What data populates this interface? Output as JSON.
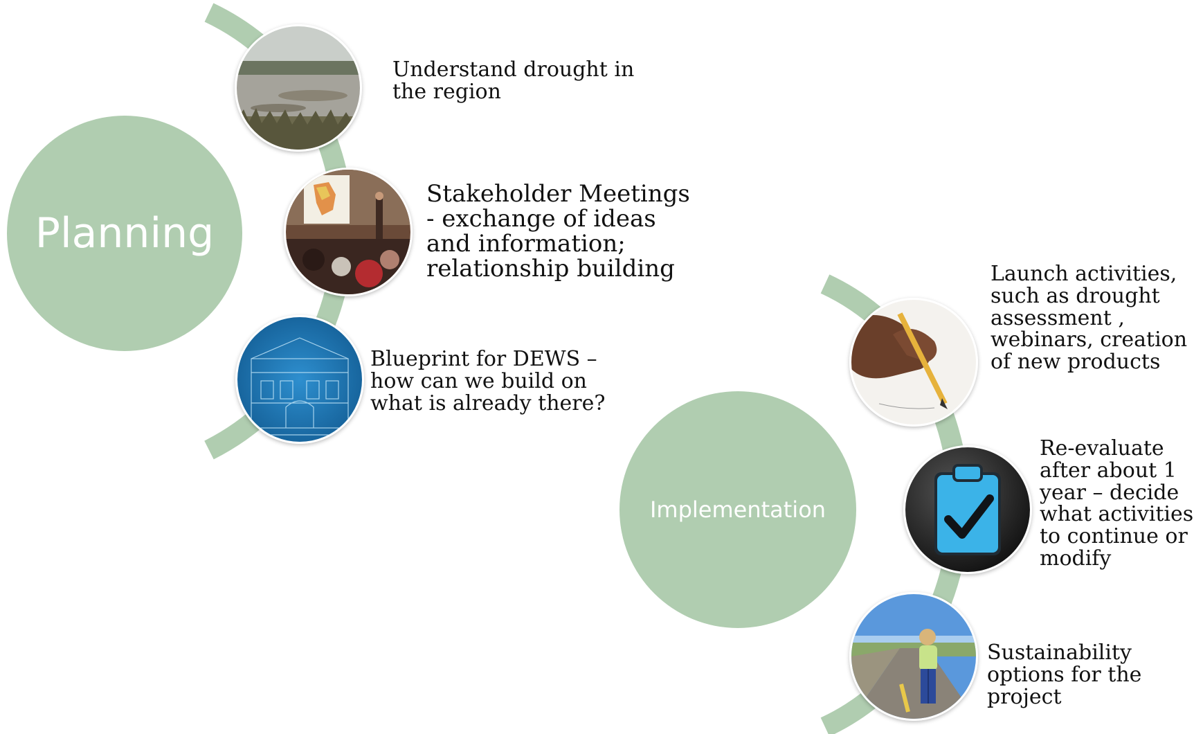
{
  "colors": {
    "accent": "#b0cdb0",
    "arc": "#b0cdb0"
  },
  "phases": [
    {
      "title": "Planning",
      "steps": [
        {
          "icon": "marsh-landscape-icon",
          "text": "Understand drought in\nthe region"
        },
        {
          "icon": "stakeholder-meeting-icon",
          "text": "Stakeholder Meetings\n- exchange of ideas\nand information;\nrelationship building"
        },
        {
          "icon": "blueprint-icon",
          "text": "Blueprint for DEWS –\nhow can we build on\nwhat is already there?"
        }
      ]
    },
    {
      "title": "Implementation",
      "steps": [
        {
          "icon": "hand-writing-icon",
          "text": "Launch activities,\nsuch as drought\nassessment ,\nwebinars,  creation\nof new products"
        },
        {
          "icon": "clipboard-check-icon",
          "text": "Re-evaluate\nafter about 1\nyear – decide\nwhat activities\nto continue or\nmodify"
        },
        {
          "icon": "child-on-road-icon",
          "text": "Sustainability\noptions for the\nproject"
        }
      ]
    }
  ]
}
